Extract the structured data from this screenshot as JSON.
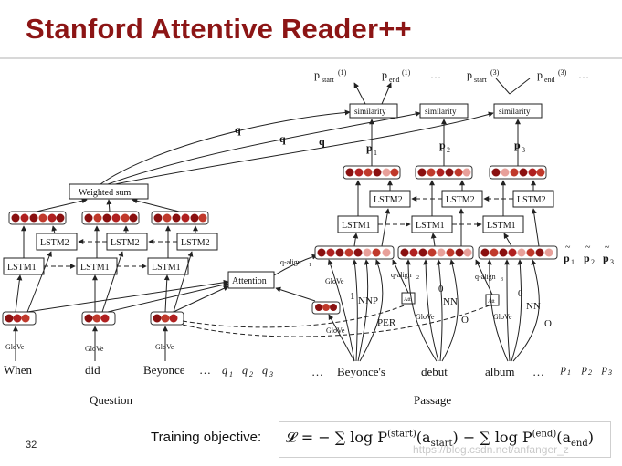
{
  "title": "Stanford Attentive Reader++",
  "slide_number": "32",
  "training_label": "Training objective:",
  "formula": {
    "lhs": "𝓛 = − ∑ log P",
    "sup1": "(start)",
    "arg1": "(a",
    "sub1": "start",
    "mid": ") − ∑ log P",
    "sup2": "(end)",
    "arg2": "(a",
    "sub2": "end",
    "end": ")"
  },
  "watermark": "https://blog.csdn.net/anfanger_z",
  "labels": {
    "question": "Question",
    "passage": "Passage",
    "weighted_sum": "Weighted sum",
    "attention": "Attention",
    "similarity": "similarity",
    "lstm1": "LSTM1",
    "lstm2": "LSTM2",
    "q": "q",
    "glove": "GloVe",
    "q_align1": "q-align",
    "q_align2": "q-align",
    "q_align3": "q-align",
    "att": "Att",
    "ellipsis": "…",
    "p1": "p",
    "p_start": "p",
    "p_end": "p"
  },
  "question_tokens": [
    "When",
    "did",
    "Beyonce"
  ],
  "passage_tokens": [
    "Beyonce's",
    "debut",
    "album"
  ],
  "passage_feats": {
    "t1": [
      "1",
      "NNP",
      "PER"
    ],
    "t2": [
      "0",
      "NN",
      "O"
    ],
    "t3": [
      "0",
      "NN",
      "O"
    ]
  },
  "q_vec_labels": [
    "q",
    "q",
    "q"
  ],
  "p_vec_labels": [
    "p",
    "p",
    "p"
  ],
  "colors": {
    "title": "#8c1515",
    "dark_red": "#8a1010",
    "mid_red": "#c0392b",
    "light_red": "#e8a09a"
  }
}
